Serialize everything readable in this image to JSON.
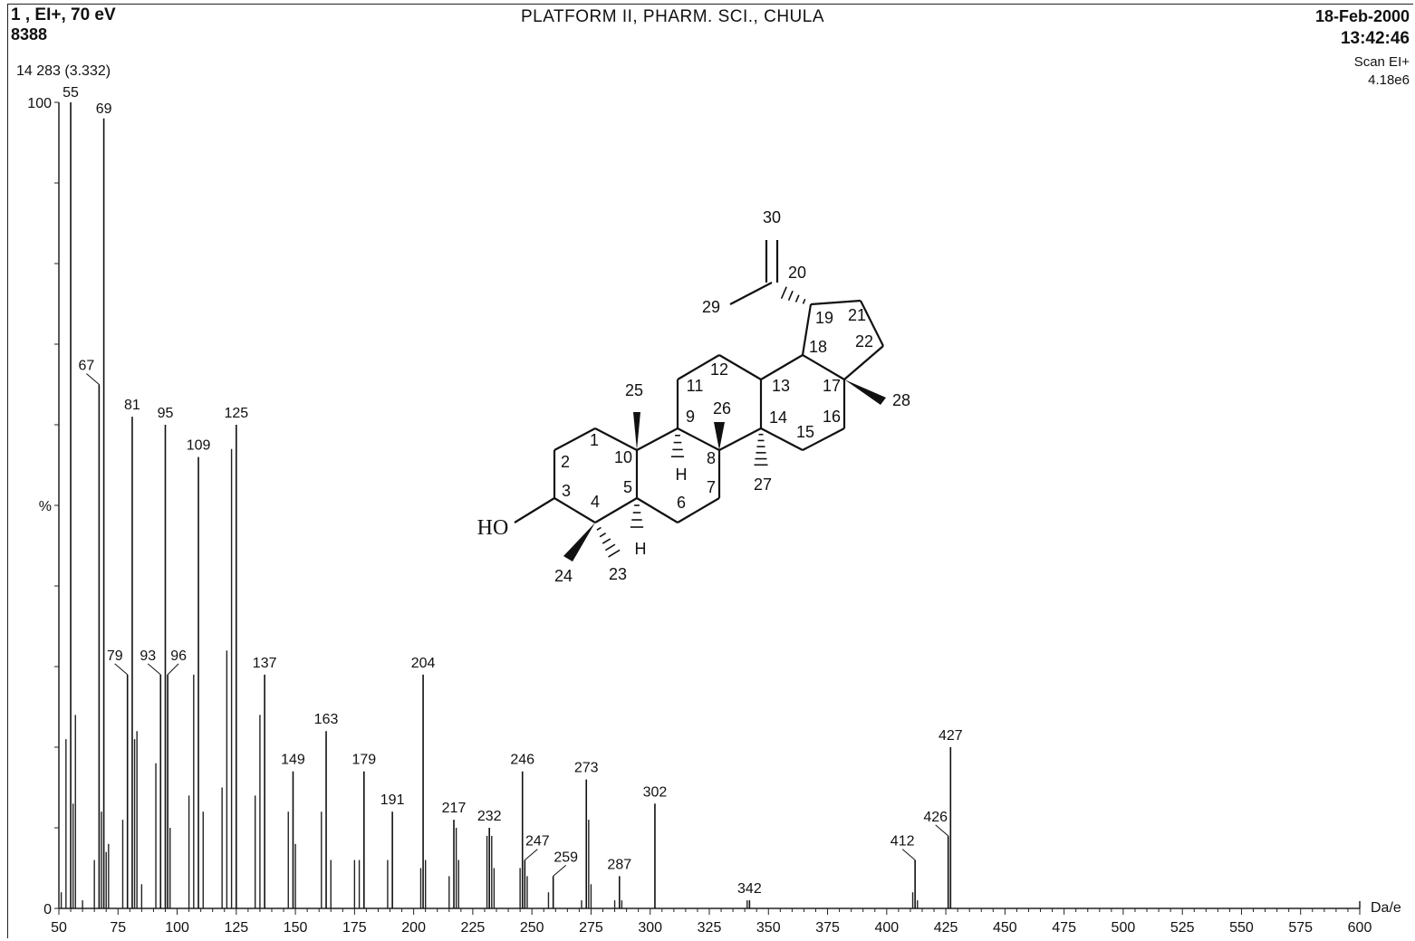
{
  "header": {
    "run_id": "1 , EI+, 70 eV",
    "count": "8388",
    "scan_info": "14 283 (3.332)",
    "title": "PLATFORM II, PHARM. SCI., CHULA",
    "date": "18-Feb-2000",
    "time": "13:42:46",
    "mode": "Scan EI+",
    "intensity": "4.18e6"
  },
  "chart_data": {
    "type": "bar",
    "title": "",
    "xlabel": "Da/e",
    "ylabel": "%",
    "xlim": [
      50,
      600
    ],
    "ylim": [
      0,
      100
    ],
    "x_ticks": [
      50,
      75,
      100,
      125,
      150,
      175,
      200,
      225,
      250,
      275,
      300,
      325,
      350,
      375,
      400,
      425,
      450,
      475,
      500,
      525,
      550,
      575,
      600
    ],
    "y_ticks": [
      0,
      100
    ],
    "y_mid_label": "%",
    "labeled_peaks": [
      {
        "mz": 55,
        "intensity": 100
      },
      {
        "mz": 69,
        "intensity": 98
      },
      {
        "mz": 67,
        "intensity": 65
      },
      {
        "mz": 79,
        "intensity": 29
      },
      {
        "mz": 81,
        "intensity": 61
      },
      {
        "mz": 93,
        "intensity": 29
      },
      {
        "mz": 95,
        "intensity": 60
      },
      {
        "mz": 96,
        "intensity": 29
      },
      {
        "mz": 109,
        "intensity": 56
      },
      {
        "mz": 125,
        "intensity": 60
      },
      {
        "mz": 137,
        "intensity": 29
      },
      {
        "mz": 149,
        "intensity": 17
      },
      {
        "mz": 163,
        "intensity": 22
      },
      {
        "mz": 179,
        "intensity": 17
      },
      {
        "mz": 191,
        "intensity": 12
      },
      {
        "mz": 204,
        "intensity": 29
      },
      {
        "mz": 217,
        "intensity": 11
      },
      {
        "mz": 232,
        "intensity": 10
      },
      {
        "mz": 246,
        "intensity": 17
      },
      {
        "mz": 247,
        "intensity": 6
      },
      {
        "mz": 259,
        "intensity": 4
      },
      {
        "mz": 273,
        "intensity": 16
      },
      {
        "mz": 287,
        "intensity": 4
      },
      {
        "mz": 302,
        "intensity": 13
      },
      {
        "mz": 342,
        "intensity": 1
      },
      {
        "mz": 412,
        "intensity": 6
      },
      {
        "mz": 426,
        "intensity": 9
      },
      {
        "mz": 427,
        "intensity": 20
      }
    ],
    "minor_peaks": [
      {
        "mz": 51,
        "intensity": 2
      },
      {
        "mz": 53,
        "intensity": 21
      },
      {
        "mz": 56,
        "intensity": 13
      },
      {
        "mz": 57,
        "intensity": 24
      },
      {
        "mz": 60,
        "intensity": 1
      },
      {
        "mz": 65,
        "intensity": 6
      },
      {
        "mz": 68,
        "intensity": 12
      },
      {
        "mz": 70,
        "intensity": 7
      },
      {
        "mz": 71,
        "intensity": 8
      },
      {
        "mz": 77,
        "intensity": 11
      },
      {
        "mz": 82,
        "intensity": 21
      },
      {
        "mz": 83,
        "intensity": 22
      },
      {
        "mz": 85,
        "intensity": 3
      },
      {
        "mz": 91,
        "intensity": 18
      },
      {
        "mz": 97,
        "intensity": 10
      },
      {
        "mz": 105,
        "intensity": 14
      },
      {
        "mz": 107,
        "intensity": 29
      },
      {
        "mz": 111,
        "intensity": 12
      },
      {
        "mz": 119,
        "intensity": 15
      },
      {
        "mz": 121,
        "intensity": 32
      },
      {
        "mz": 123,
        "intensity": 57
      },
      {
        "mz": 133,
        "intensity": 14
      },
      {
        "mz": 135,
        "intensity": 24
      },
      {
        "mz": 147,
        "intensity": 12
      },
      {
        "mz": 150,
        "intensity": 8
      },
      {
        "mz": 161,
        "intensity": 12
      },
      {
        "mz": 165,
        "intensity": 6
      },
      {
        "mz": 175,
        "intensity": 6
      },
      {
        "mz": 177,
        "intensity": 6
      },
      {
        "mz": 189,
        "intensity": 6
      },
      {
        "mz": 203,
        "intensity": 5
      },
      {
        "mz": 205,
        "intensity": 6
      },
      {
        "mz": 215,
        "intensity": 4
      },
      {
        "mz": 218,
        "intensity": 10
      },
      {
        "mz": 219,
        "intensity": 6
      },
      {
        "mz": 231,
        "intensity": 9
      },
      {
        "mz": 233,
        "intensity": 9
      },
      {
        "mz": 234,
        "intensity": 5
      },
      {
        "mz": 245,
        "intensity": 5
      },
      {
        "mz": 248,
        "intensity": 4
      },
      {
        "mz": 257,
        "intensity": 2
      },
      {
        "mz": 271,
        "intensity": 1
      },
      {
        "mz": 274,
        "intensity": 11
      },
      {
        "mz": 275,
        "intensity": 3
      },
      {
        "mz": 285,
        "intensity": 1
      },
      {
        "mz": 288,
        "intensity": 1
      },
      {
        "mz": 341,
        "intensity": 1
      },
      {
        "mz": 411,
        "intensity": 2
      },
      {
        "mz": 413,
        "intensity": 1
      }
    ]
  },
  "structure": {
    "hydroxyl_label": "HO",
    "atom_labels": [
      "1",
      "2",
      "3",
      "4",
      "5",
      "6",
      "7",
      "8",
      "9",
      "10",
      "11",
      "12",
      "13",
      "14",
      "15",
      "16",
      "17",
      "18",
      "19",
      "20",
      "21",
      "22",
      "23",
      "24",
      "25",
      "26",
      "27",
      "28",
      "29",
      "30"
    ],
    "stereo_h_label": "H"
  }
}
